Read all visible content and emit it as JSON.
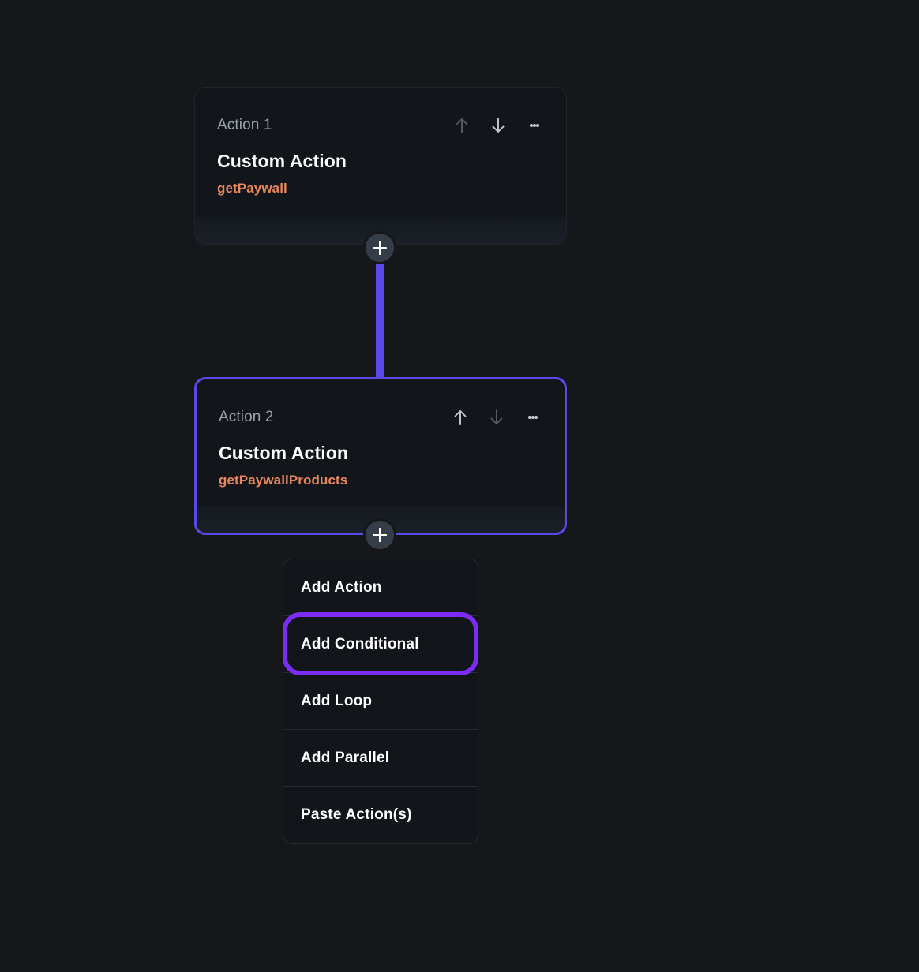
{
  "canvas": {
    "background": "#15171b",
    "accent_selected": "#5b4ae8",
    "accent_highlight": "#7b2df5",
    "sub_label_color": "#e8875e"
  },
  "actions": [
    {
      "index_label": "Action 1",
      "title": "Custom Action",
      "sub_label": "getPaywall",
      "move_up_icon": "arrow-up-icon",
      "move_down_icon": "arrow-down-icon",
      "more_icon": "more-vertical-icon",
      "move_up_enabled": false,
      "move_down_enabled": true,
      "selected": false
    },
    {
      "index_label": "Action 2",
      "title": "Custom Action",
      "sub_label": "getPaywallProducts",
      "move_up_icon": "arrow-up-icon",
      "move_down_icon": "arrow-down-icon",
      "more_icon": "more-vertical-icon",
      "move_up_enabled": true,
      "move_down_enabled": false,
      "selected": true
    }
  ],
  "add_buttons": [
    {
      "icon": "plus-icon",
      "label": "+"
    },
    {
      "icon": "plus-icon",
      "label": "+"
    }
  ],
  "context_menu": {
    "items": [
      {
        "label": "Add Action",
        "highlighted": false
      },
      {
        "label": "Add Conditional",
        "highlighted": true
      },
      {
        "label": "Add Loop",
        "highlighted": false
      },
      {
        "label": "Add Parallel",
        "highlighted": false
      },
      {
        "label": "Paste Action(s)",
        "highlighted": false
      }
    ]
  }
}
